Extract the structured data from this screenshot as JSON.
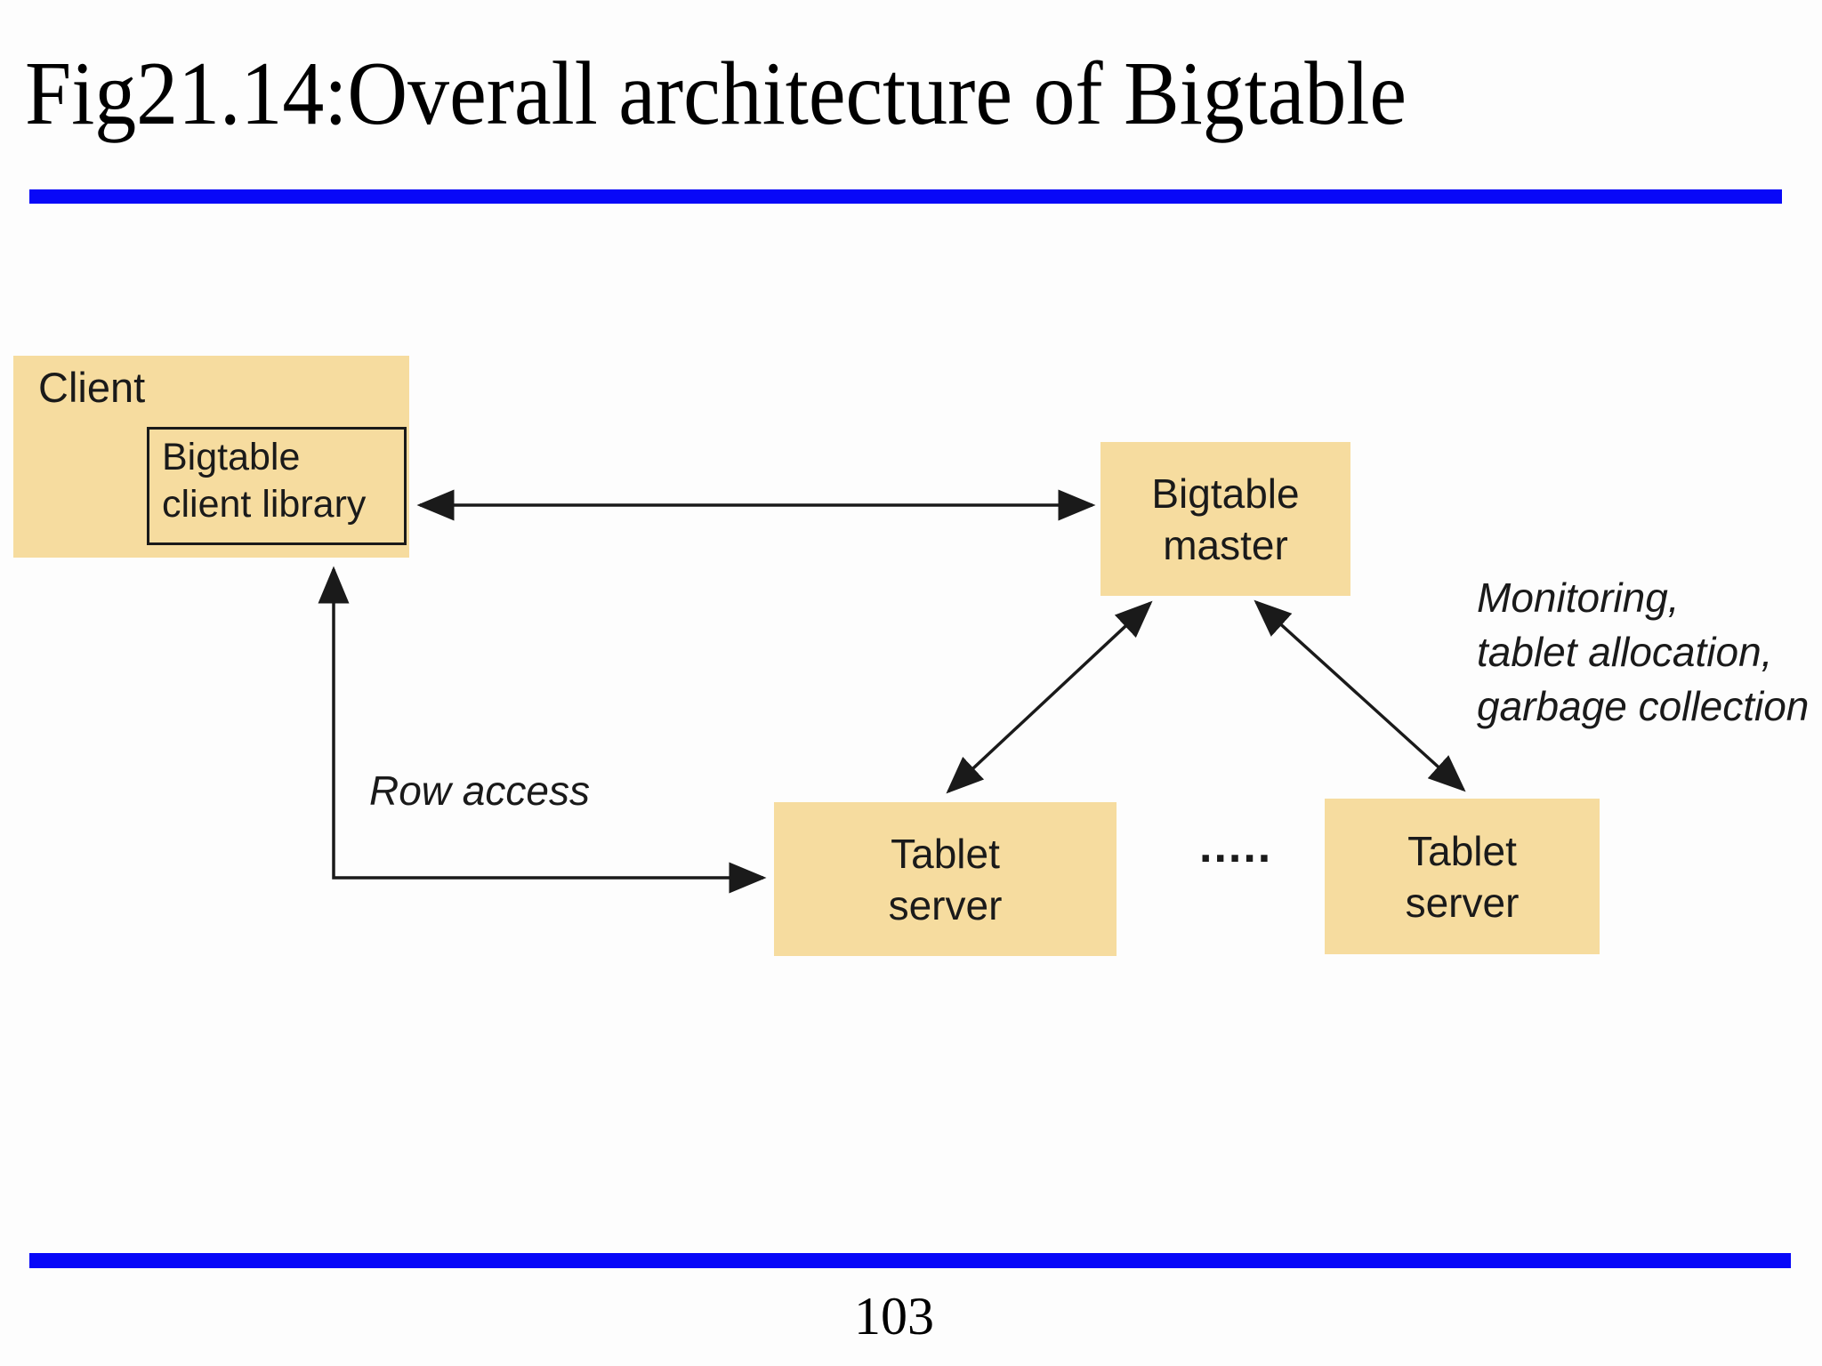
{
  "slide": {
    "title": "Fig21.14:Overall architecture of Bigtable",
    "page_number": "103"
  },
  "diagram": {
    "client_box": {
      "label": "Client",
      "library_line1": "Bigtable",
      "library_line2": "client library"
    },
    "master_box": {
      "line1": "Bigtable",
      "line2": "master"
    },
    "tablet_server_left": {
      "line1": "Tablet",
      "line2": "server"
    },
    "tablet_server_right": {
      "line1": "Tablet",
      "line2": "server"
    },
    "ellipsis": ".....",
    "row_access_label": "Row access",
    "master_note": {
      "line1": "Monitoring,",
      "line2": "tablet allocation,",
      "line3": "garbage collection"
    }
  },
  "colors": {
    "accent_bar": "#0808f8",
    "box_fill": "#f6dc9f",
    "line_color": "#1a1a1a"
  }
}
